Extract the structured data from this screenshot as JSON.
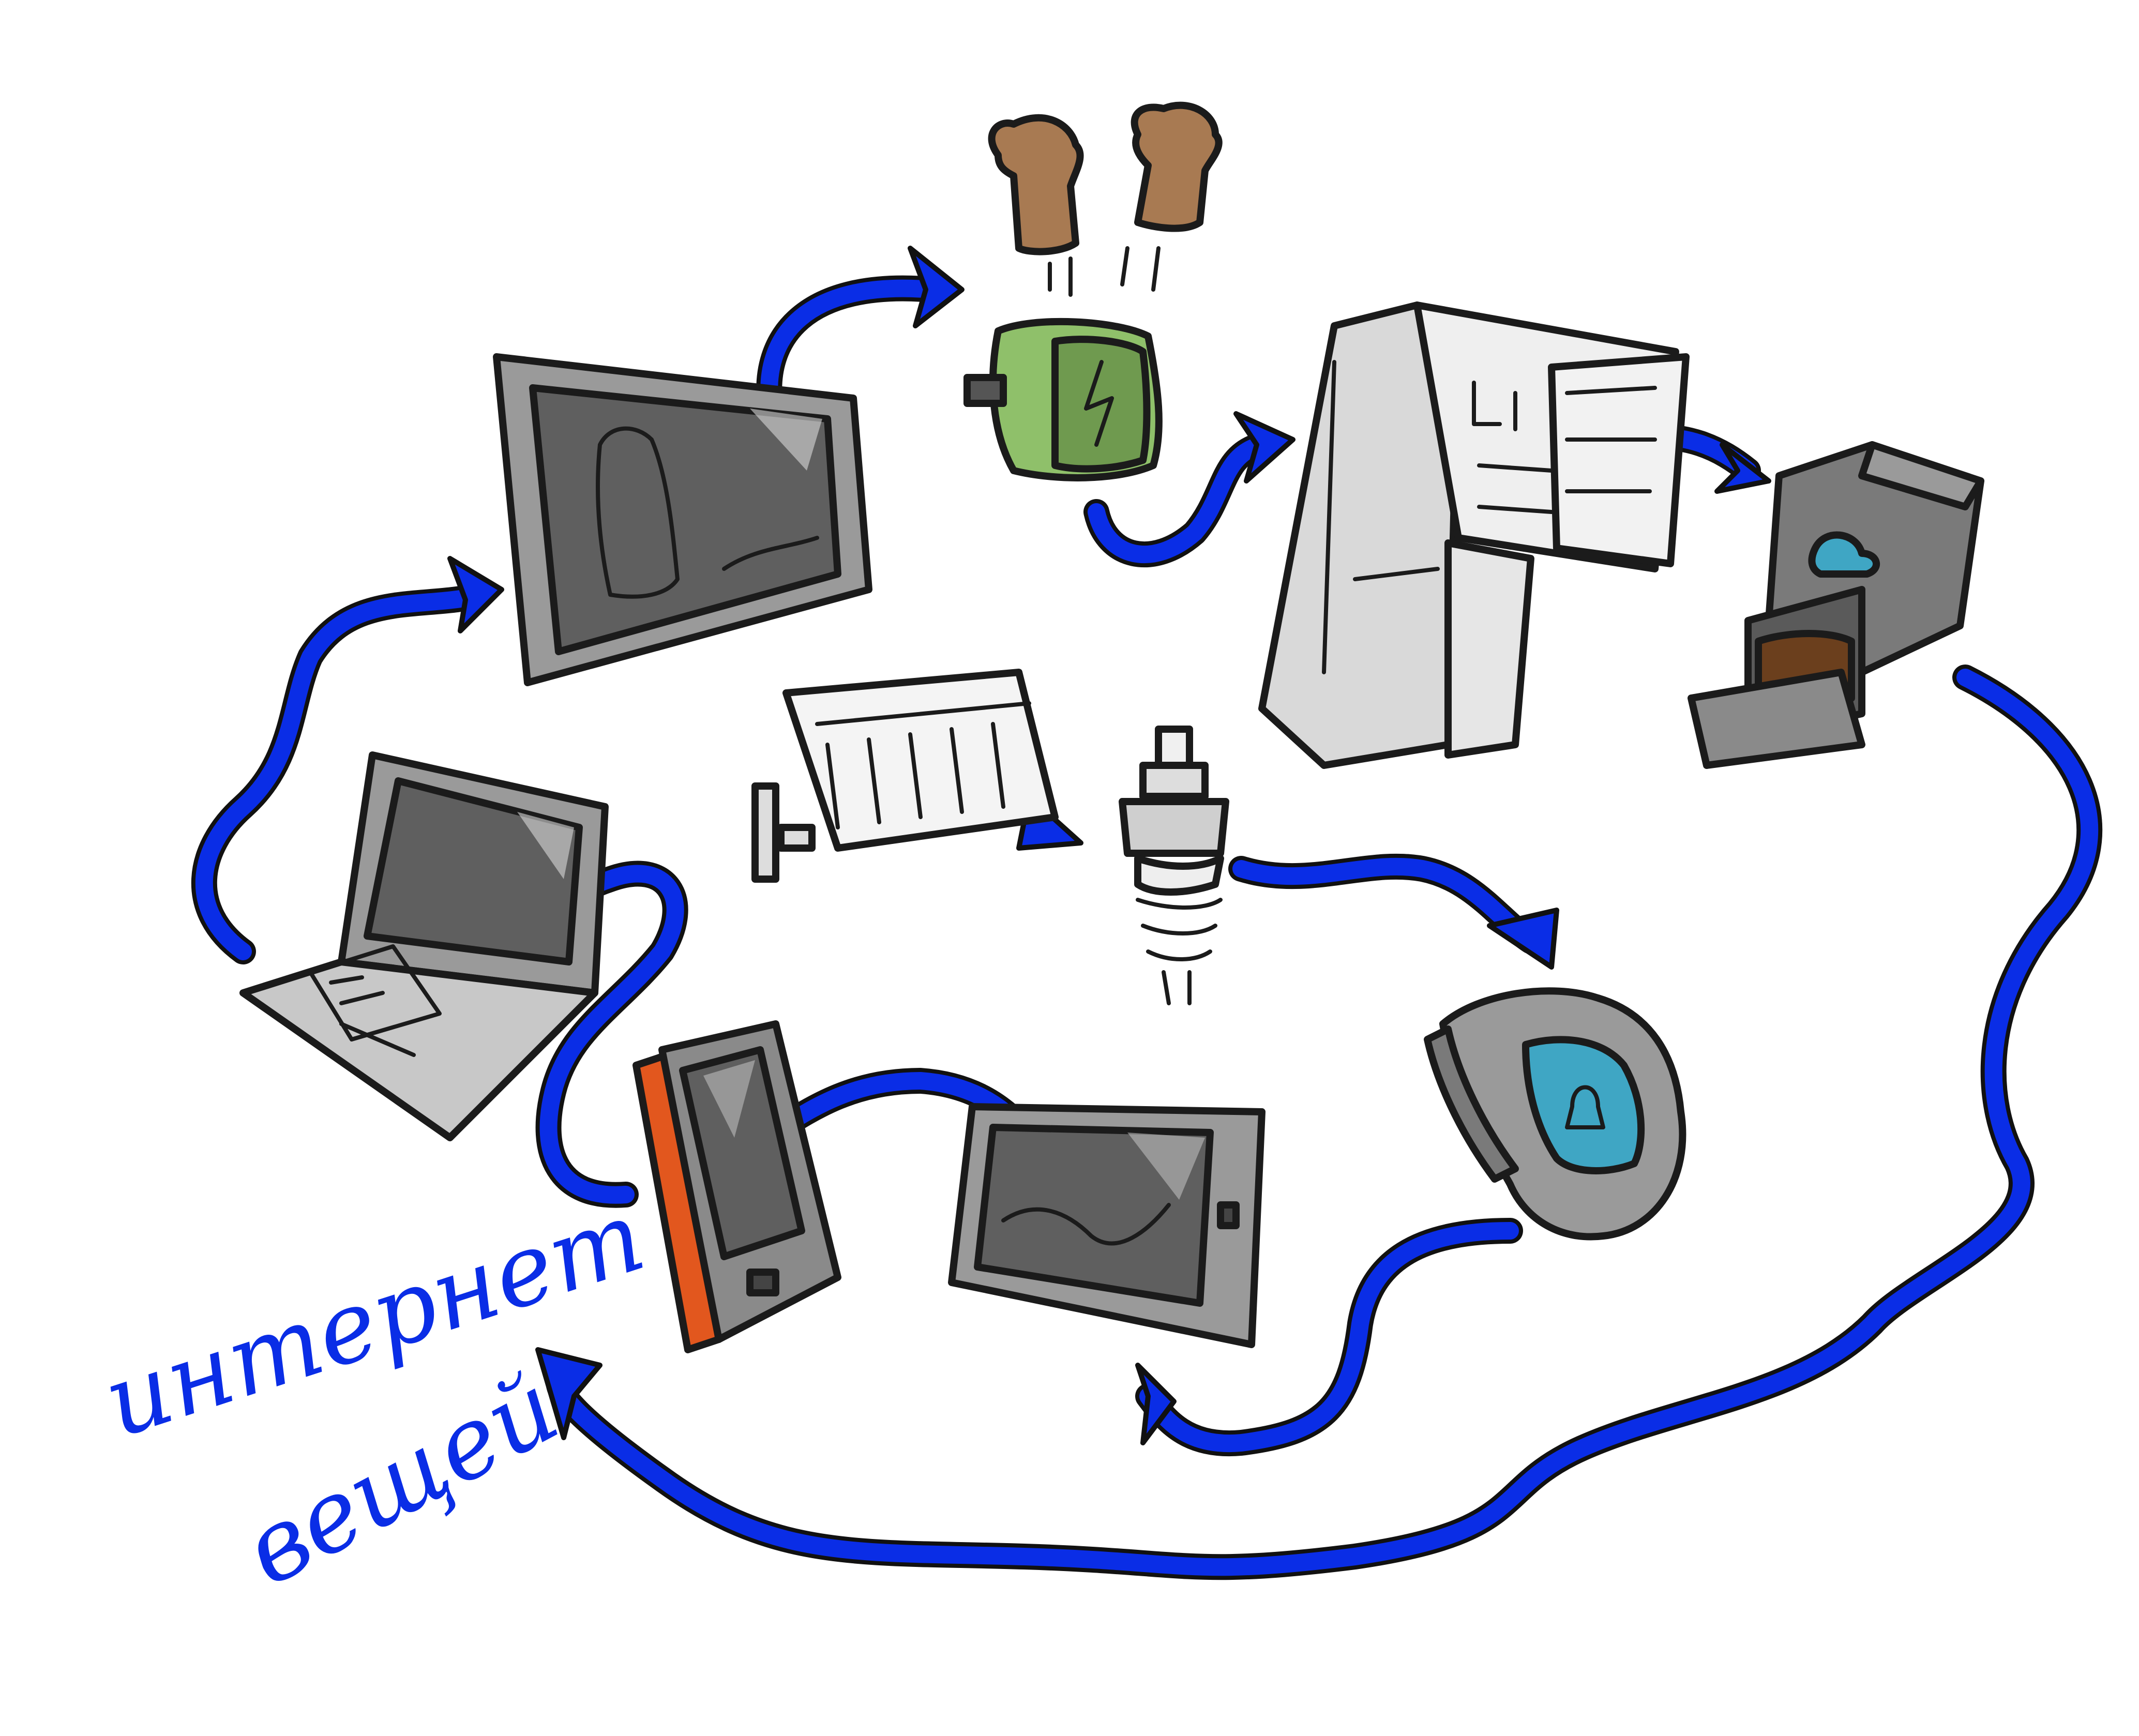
{
  "caption": {
    "line1": "интернет",
    "line2": "вещей"
  },
  "colors": {
    "arrow": "#0a2de6",
    "outline": "#1b1b1b",
    "device_gray": "#8c8c8c",
    "screen_gray": "#6e6e6e",
    "toaster_green": "#7fae5b",
    "toast_brown": "#a87a52",
    "phone_orange": "#e2571e",
    "watch_screen": "#3fa6c4",
    "coffee_brown": "#6b3f1d"
  },
  "devices": [
    {
      "id": "tablet",
      "icon": "tablet-icon"
    },
    {
      "id": "toaster",
      "icon": "toaster-icon"
    },
    {
      "id": "fridge",
      "icon": "fridge-icon"
    },
    {
      "id": "coffee-maker",
      "icon": "coffee-maker-icon"
    },
    {
      "id": "radiator",
      "icon": "radiator-icon"
    },
    {
      "id": "spark-plug",
      "icon": "spark-plug-icon"
    },
    {
      "id": "smartwatch",
      "icon": "smartwatch-icon"
    },
    {
      "id": "laptop",
      "icon": "laptop-icon"
    },
    {
      "id": "smartphone",
      "icon": "smartphone-icon"
    },
    {
      "id": "tablet-small",
      "icon": "tablet-small-icon"
    }
  ]
}
